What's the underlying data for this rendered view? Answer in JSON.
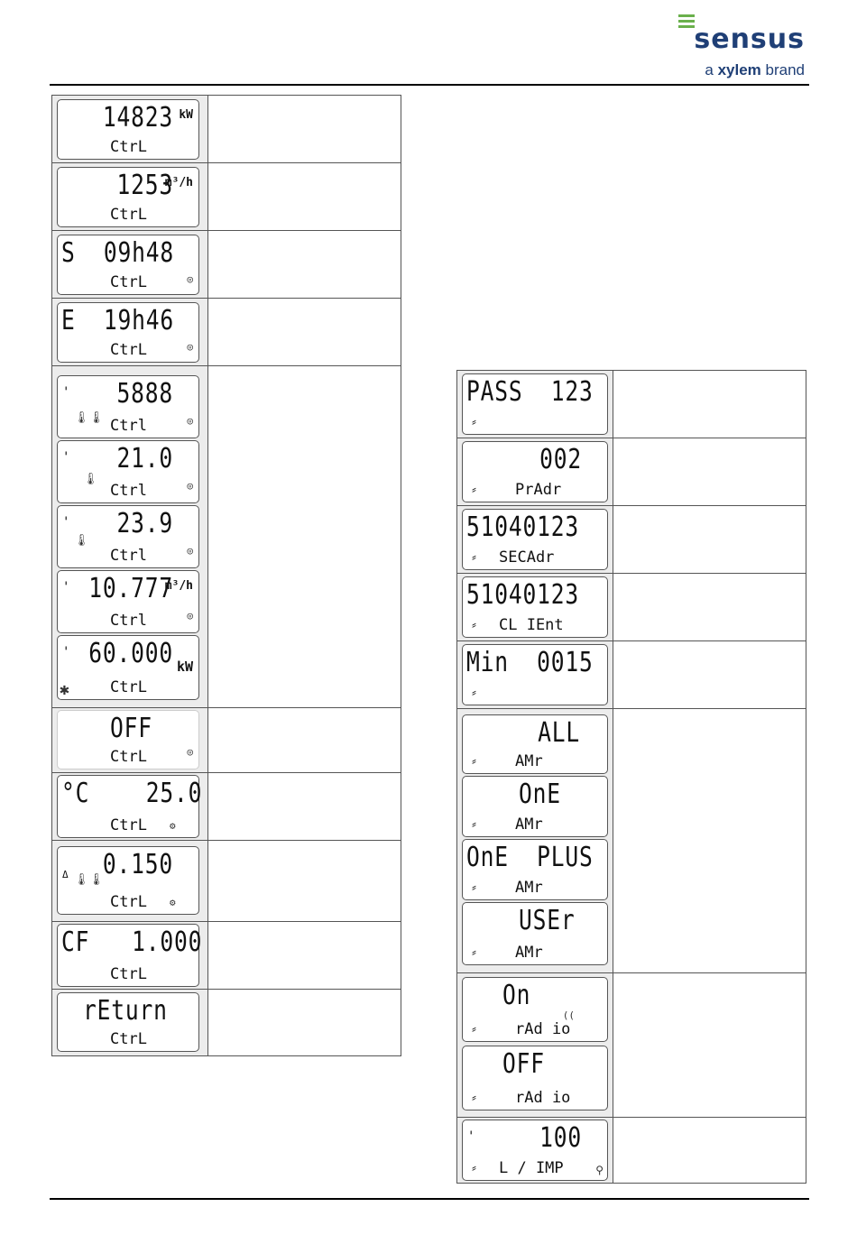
{
  "header": {
    "brand": "sensus",
    "tagline_prefix": "a ",
    "tagline_brand": "xylem",
    "tagline_suffix": " brand"
  },
  "left_table": [
    {
      "top": "14823",
      "unit": "kW",
      "bottom": "CtrL"
    },
    {
      "top": "1253",
      "unit": "m³/h",
      "bottom": "CtrL"
    },
    {
      "top": "S  09h48",
      "bottom": "CtrL"
    },
    {
      "top": "E  19h46",
      "bottom": "CtrL"
    },
    {
      "top": "5888",
      "bottom": "Ctrl"
    },
    {
      "top": "21.0",
      "bottom": "Ctrl"
    },
    {
      "top": "23.9",
      "bottom": "Ctrl"
    },
    {
      "top": "10.777",
      "unit": "m³/h",
      "bottom": "Ctrl"
    },
    {
      "top": "60.000",
      "unit": "kW",
      "bottom": "CtrL"
    },
    {
      "top": "OFF",
      "bottom": "CtrL"
    },
    {
      "top": "°C    25.0",
      "bottom": "CtrL"
    },
    {
      "top": "0.150",
      "bottom": "CtrL"
    },
    {
      "top": "CF   1.000",
      "bottom": "CtrL"
    },
    {
      "top": "rEturn",
      "bottom": "CtrL"
    }
  ],
  "right_table": [
    {
      "top": "PASS  123",
      "bottom": ""
    },
    {
      "top": "002",
      "bottom": "PrAdr"
    },
    {
      "top": "51040123",
      "bottom": "SECAdr"
    },
    {
      "top": "51040123",
      "bottom": "CL IEnt"
    },
    {
      "top": "Min  0015",
      "bottom": ""
    },
    {
      "top": "ALL",
      "bottom": "AMr"
    },
    {
      "top": "OnE",
      "bottom": "AMr"
    },
    {
      "top": "OnE  PLUS",
      "bottom": "AMr"
    },
    {
      "top": "USEr",
      "bottom": "AMr"
    },
    {
      "top": "On",
      "bottom": "rAd io"
    },
    {
      "top": "OFF",
      "bottom": "rAd io"
    },
    {
      "top": "100",
      "bottom": "L / IMP"
    }
  ]
}
